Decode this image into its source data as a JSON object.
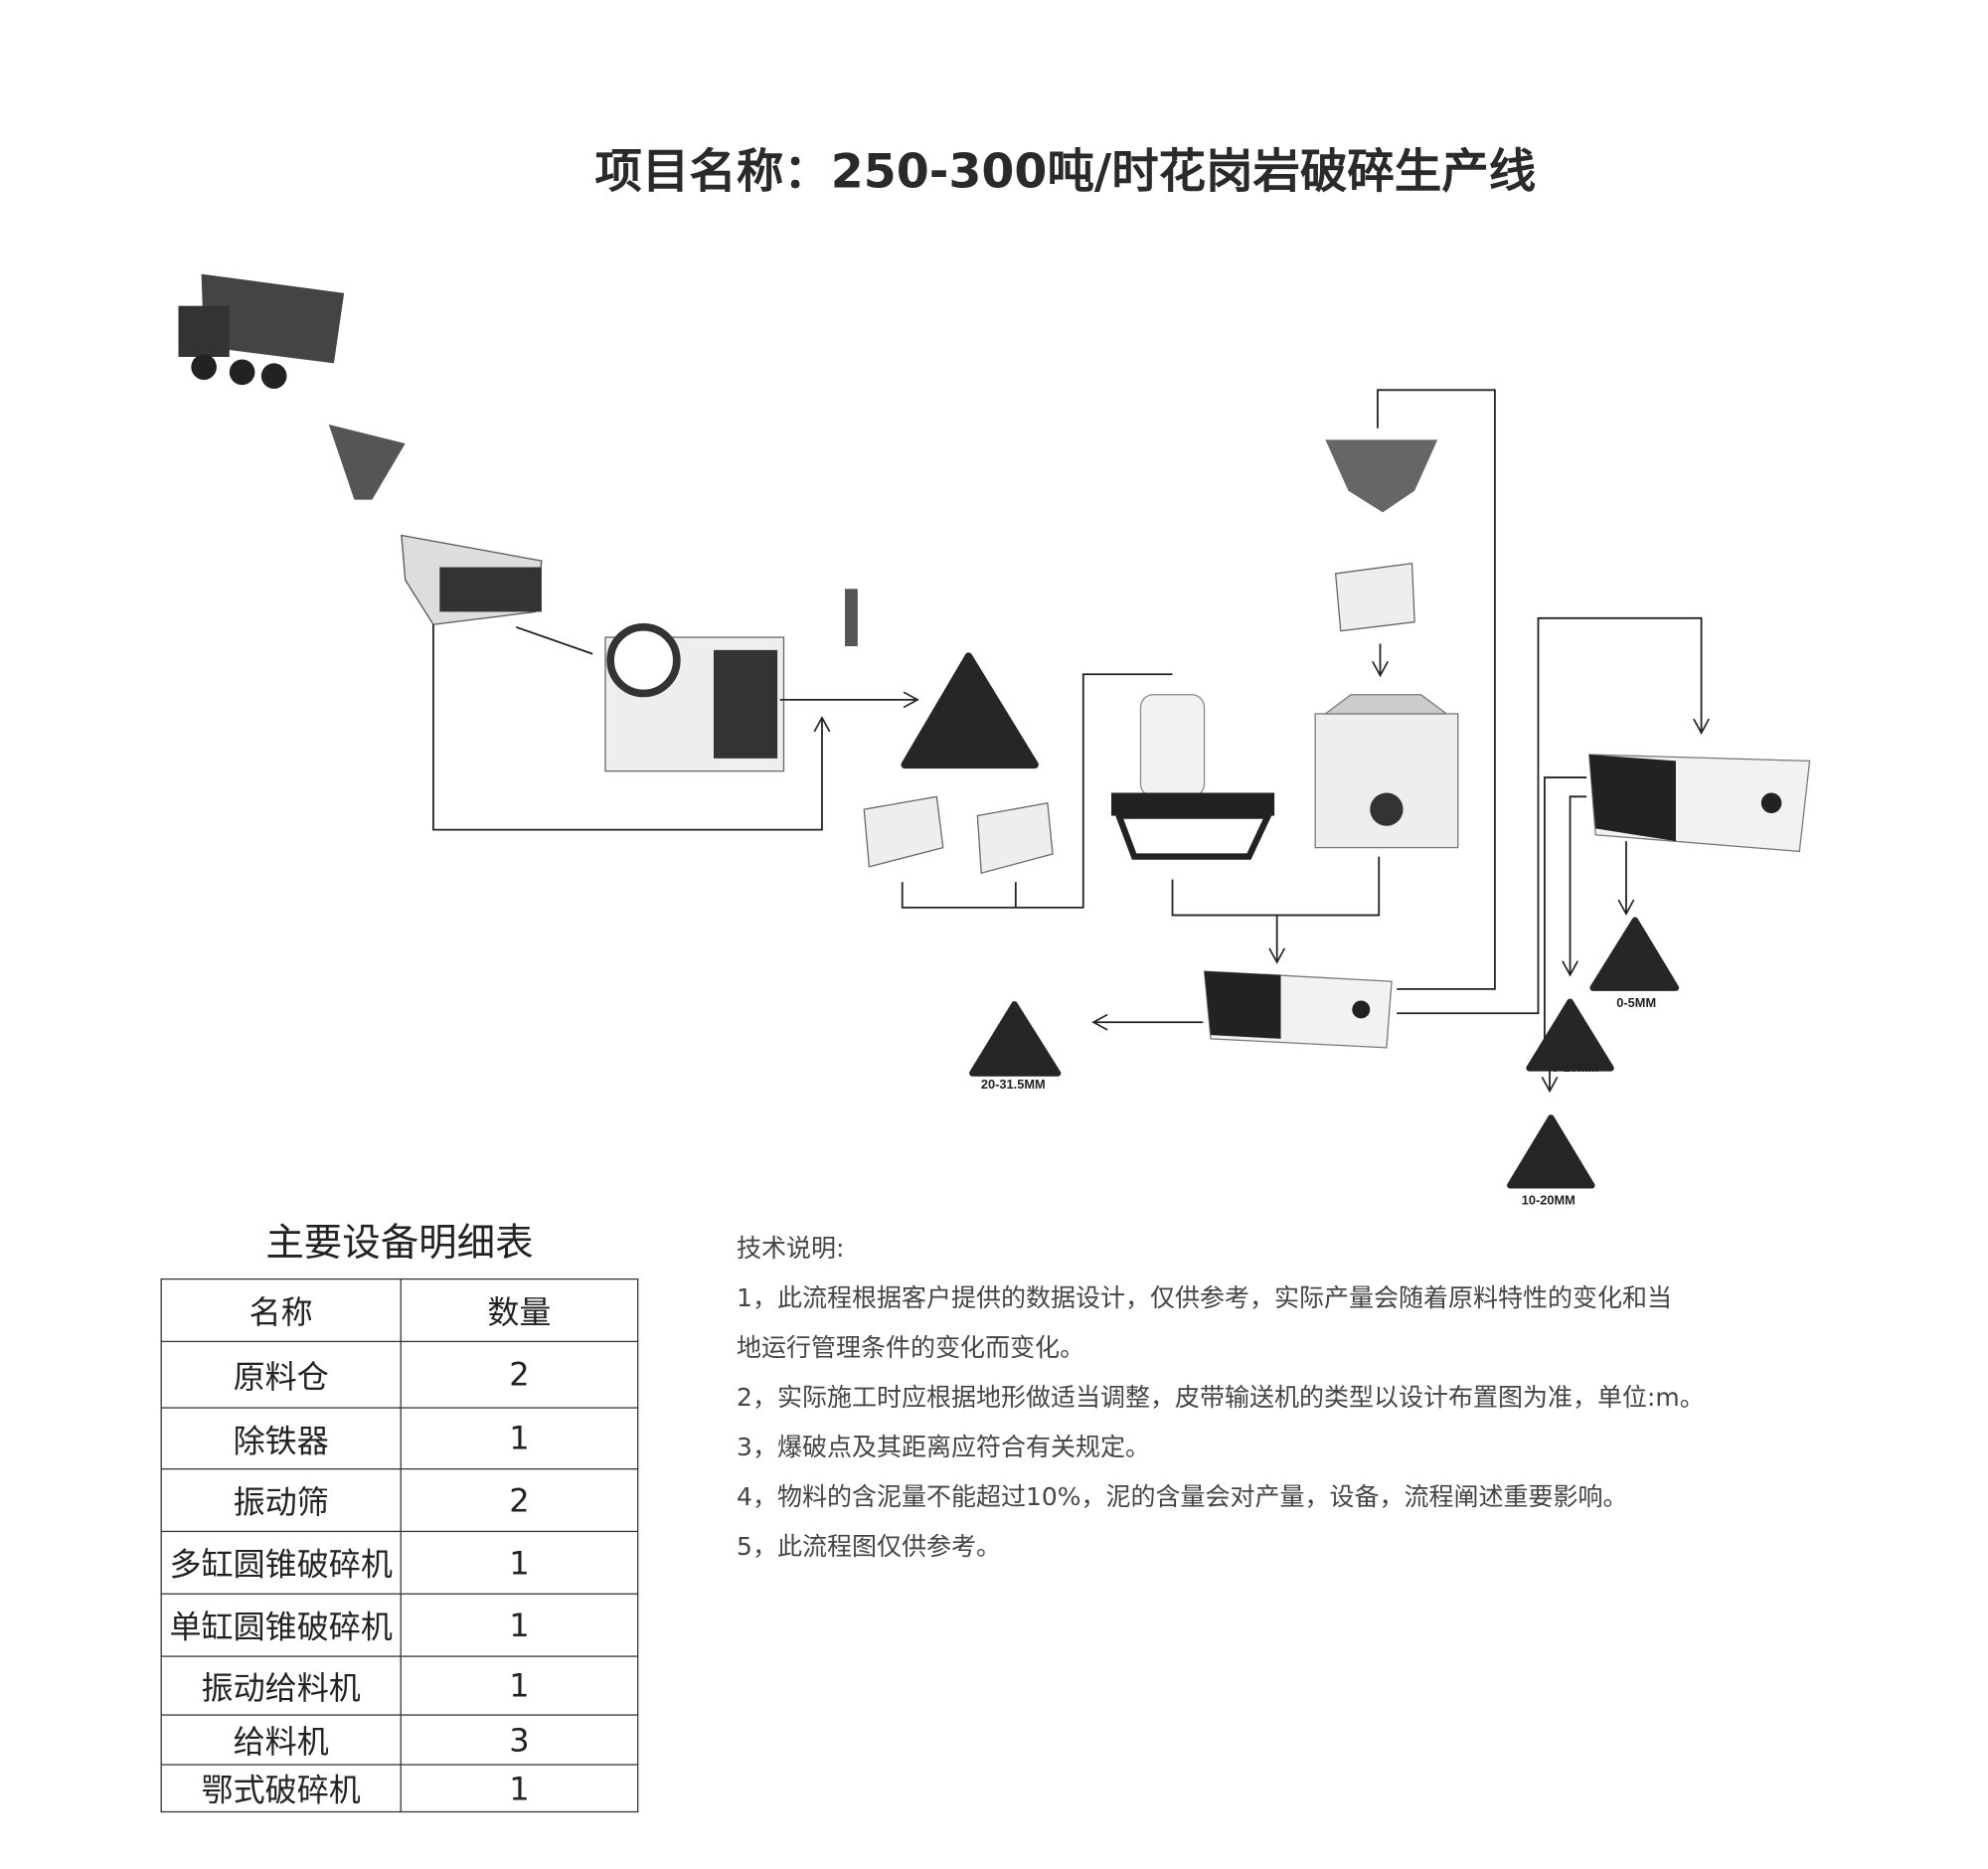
{
  "title": "项目名称：250-300吨/时花岗岩破碎生产线",
  "products": [
    {
      "label": "20-31.5MM"
    },
    {
      "label": "0-5MM"
    },
    {
      "label": "5-10MM"
    },
    {
      "label": "10-20MM"
    }
  ],
  "equipment_table": {
    "title": "主要设备明细表",
    "headers": [
      "名称",
      "数量"
    ],
    "rows": [
      [
        "原料仓",
        "2"
      ],
      [
        "除铁器",
        "1"
      ],
      [
        "振动筛",
        "2"
      ],
      [
        "多缸圆锥破碎机",
        "1"
      ],
      [
        "单缸圆锥破碎机",
        "1"
      ],
      [
        "振动给料机",
        "1"
      ],
      [
        "给料机",
        "3"
      ],
      [
        "鄂式破碎机",
        "1"
      ]
    ]
  },
  "notes": {
    "heading": "技术说明:",
    "lines": [
      "1，此流程根据客户提供的数据设计，仅供参考，实际产量会随着原料特性的变化和当",
      "地运行管理条件的变化而变化。",
      "2，实际施工时应根据地形做适当调整，皮带输送机的类型以设计布置图为准，单位:m。",
      "3，爆破点及其距离应符合有关规定。",
      "4，物料的含泥量不能超过10%，泥的含量会对产量，设备，流程阐述重要影响。",
      "5，此流程图仅供参考。"
    ]
  }
}
